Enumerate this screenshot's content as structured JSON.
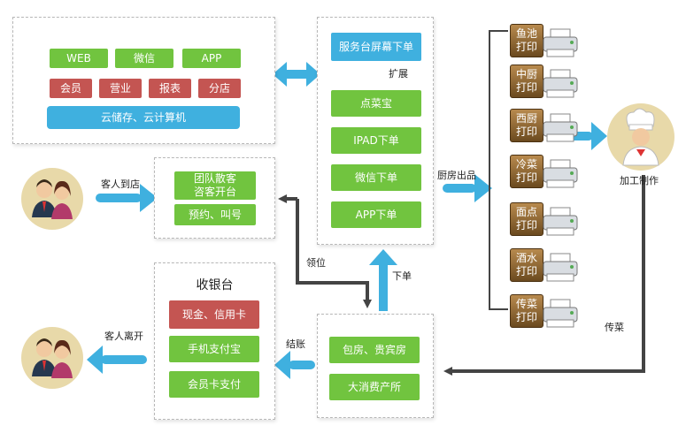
{
  "platform": {
    "channels": [
      "WEB",
      "微信",
      "APP"
    ],
    "modules": [
      "会员",
      "营业",
      "报表",
      "分店"
    ],
    "cloud": "云储存、云计算机"
  },
  "ordering": {
    "header": "服务台屏幕下单",
    "expand_label": "扩展",
    "channels": [
      "点菜宝",
      "IPAD下单",
      "微信下单",
      "APP下单"
    ]
  },
  "arrival": {
    "label": "客人到店",
    "team": "团队散客\n咨客开台",
    "booking": "预约、叫号"
  },
  "kitchen": {
    "output_label": "厨房出品",
    "printers": [
      "鱼池\n打印",
      "中厨\n打印",
      "西厨\n打印",
      "冷菜\n打印",
      "面点\n打印",
      "酒水\n打印",
      "传菜\n打印"
    ],
    "process_label": "加工制作",
    "serve_label": "传菜"
  },
  "rooms": {
    "items": [
      "包房、贵宾房",
      "大消费产所"
    ],
    "order_label": "下单",
    "seat_label": "领位",
    "checkout_label": "结账"
  },
  "cashier": {
    "title": "收银台",
    "methods": [
      "现金、信用卡",
      "手机支付宝",
      "会员卡支付"
    ]
  },
  "departure": {
    "label": "客人离开"
  },
  "colors": {
    "green": "#71c43f",
    "red": "#c45552",
    "blue": "#3fb0df",
    "arrow_dark": "#444444"
  }
}
